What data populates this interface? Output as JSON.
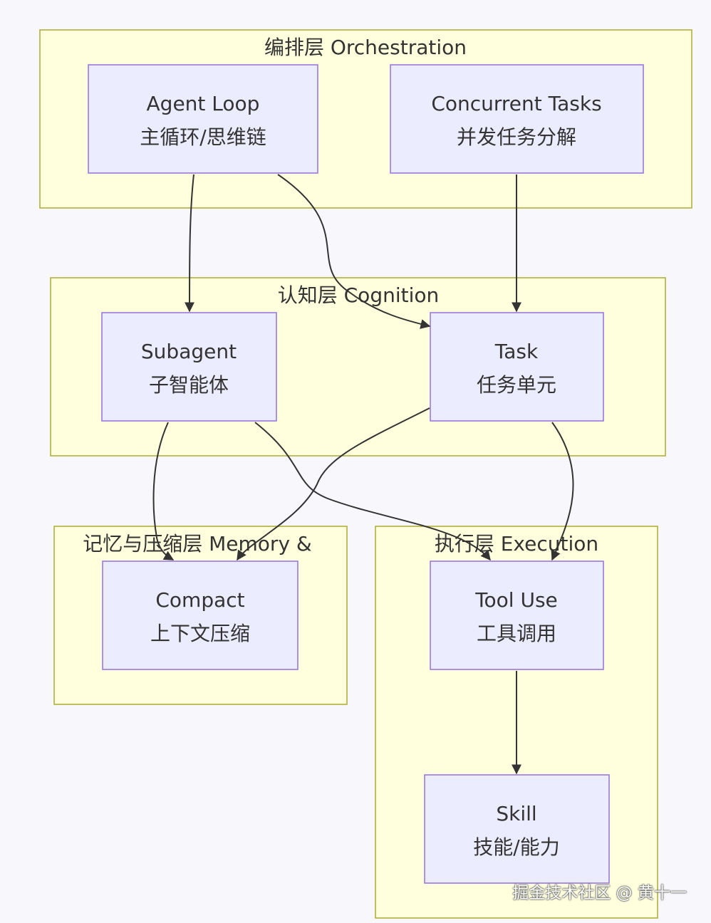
{
  "diagram": {
    "clusters": {
      "orchestration": {
        "label": "编排层 Orchestration"
      },
      "cognition": {
        "label": "认知层 Cognition"
      },
      "memory": {
        "label": "记忆与压缩层 Memory &"
      },
      "execution": {
        "label": "执行层 Execution"
      }
    },
    "nodes": {
      "agent_loop": {
        "line1": "Agent Loop",
        "line2": "主循环/思维链"
      },
      "concurrent_tasks": {
        "line1": "Concurrent Tasks",
        "line2": "并发任务分解"
      },
      "subagent": {
        "line1": "Subagent",
        "line2": "子智能体"
      },
      "task": {
        "line1": "Task",
        "line2": "任务单元"
      },
      "compact": {
        "line1": "Compact",
        "line2": "上下文压缩"
      },
      "tool_use": {
        "line1": "Tool Use",
        "line2": "工具调用"
      },
      "skill": {
        "line1": "Skill",
        "line2": "技能/能力"
      }
    },
    "edges": [
      {
        "from": "Agent Loop",
        "to": "Subagent"
      },
      {
        "from": "Agent Loop",
        "to": "Task"
      },
      {
        "from": "Concurrent Tasks",
        "to": "Task"
      },
      {
        "from": "Subagent",
        "to": "Compact"
      },
      {
        "from": "Subagent",
        "to": "Tool Use"
      },
      {
        "from": "Task",
        "to": "Compact"
      },
      {
        "from": "Task",
        "to": "Tool Use"
      },
      {
        "from": "Tool Use",
        "to": "Skill"
      }
    ]
  },
  "watermark": "掘金技术社区 @ 黄十一"
}
